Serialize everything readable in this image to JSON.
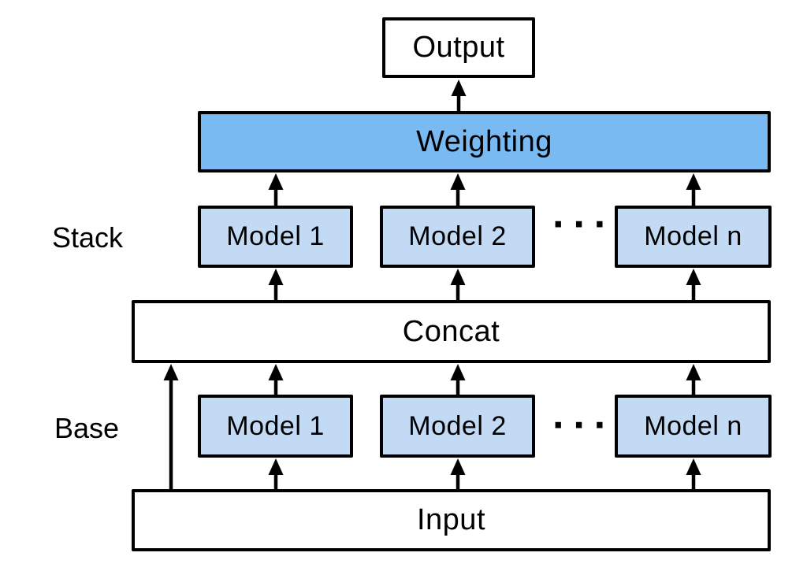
{
  "diagram": {
    "output_label": "Output",
    "weighting_label": "Weighting",
    "concat_label": "Concat",
    "input_label": "Input",
    "stack_row": {
      "label": "Stack",
      "models": [
        "Model 1",
        "Model 2",
        "Model n"
      ],
      "ellipsis": "···"
    },
    "base_row": {
      "label": "Base",
      "models": [
        "Model 1",
        "Model 2",
        "Model n"
      ],
      "ellipsis": "···"
    },
    "colors": {
      "weighting_fill": "#7ABAF2",
      "model_fill": "#C3DAF5",
      "box_fill": "#FFFFFF",
      "line_color": "#000000"
    }
  }
}
